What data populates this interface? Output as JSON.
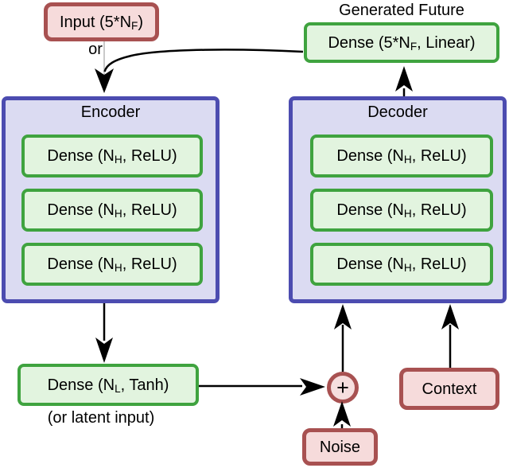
{
  "diagram": {
    "generated_future_label": "Generated Future",
    "or_label": "or",
    "input_box": {
      "pre": "Input (5*N",
      "sub": "F",
      "post": ")"
    },
    "output_box": {
      "pre": "Dense (5*N",
      "sub": "F",
      "post": ", Linear)"
    },
    "encoder": {
      "title": "Encoder",
      "layers": [
        {
          "pre": "Dense (N",
          "sub": "H",
          "post": ", ReLU)"
        },
        {
          "pre": "Dense (N",
          "sub": "H",
          "post": ", ReLU)"
        },
        {
          "pre": "Dense (N",
          "sub": "H",
          "post": ", ReLU)"
        }
      ]
    },
    "decoder": {
      "title": "Decoder",
      "layers": [
        {
          "pre": "Dense (N",
          "sub": "H",
          "post": ", ReLU)"
        },
        {
          "pre": "Dense (N",
          "sub": "H",
          "post": ", ReLU)"
        },
        {
          "pre": "Dense (N",
          "sub": "H",
          "post": ", ReLU)"
        }
      ]
    },
    "latent_box": {
      "pre": "Dense (N",
      "sub": "L",
      "post": ", Tanh)"
    },
    "latent_alt_label": "(or latent input)",
    "sum_node_label": "+",
    "noise_label": "Noise",
    "context_label": "Context",
    "colors": {
      "red_border": "#a85151",
      "red_fill": "#f6dbdb",
      "green_border": "#3fa33f",
      "green_fill": "#e2f4df",
      "blue_border": "#4c4cb0",
      "blue_fill": "#dbdbf2",
      "arrow_black": "#000000",
      "input_connector_gray": "#c9c9c9"
    }
  }
}
